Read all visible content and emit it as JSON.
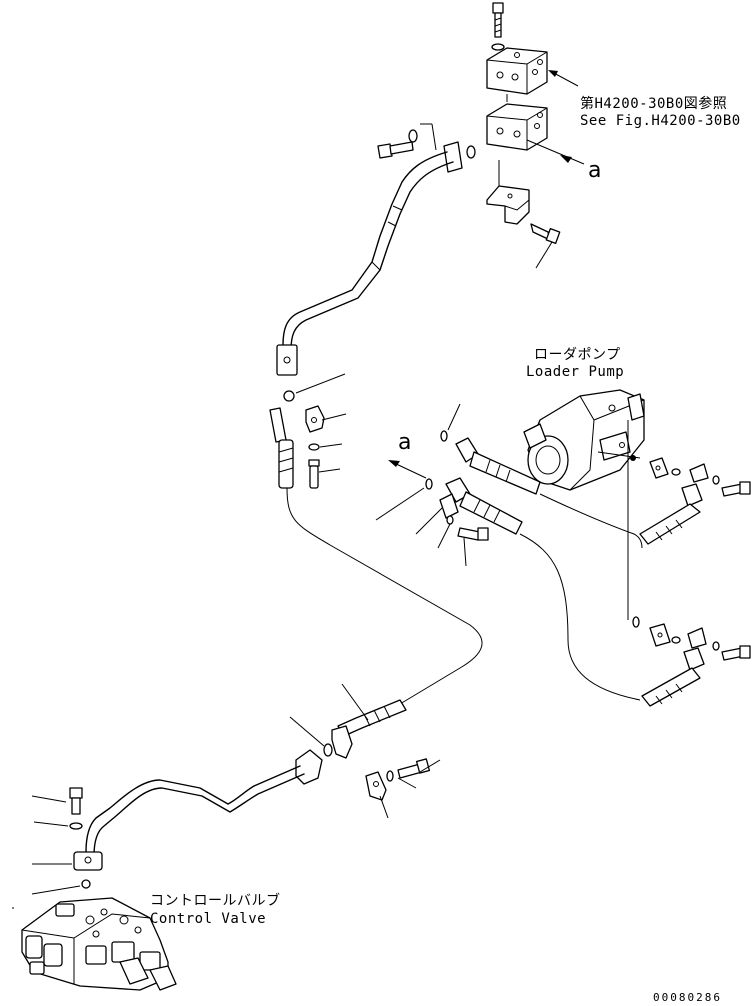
{
  "labels": {
    "reference_jp": "第H4200-30B0図参照",
    "reference_en": "See Fig.H4200-30B0",
    "callout_top": "a",
    "callout_mid": "a",
    "pump_jp": "ローダポンプ",
    "pump_en": "Loader Pump",
    "valve_jp": "コントロールバルブ",
    "valve_en": "Control Valve",
    "doc_number": "00080286"
  }
}
